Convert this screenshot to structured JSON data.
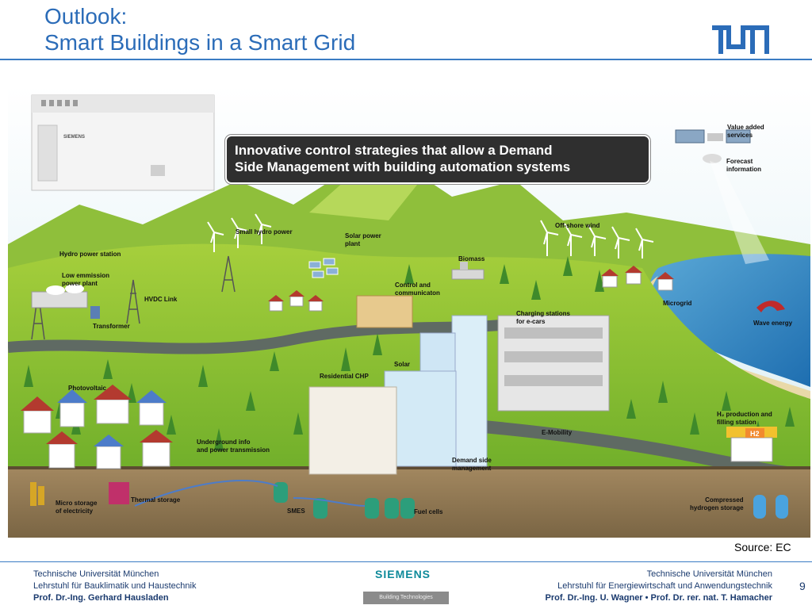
{
  "slide": {
    "title_line1": "Outlook:",
    "title_line2": "Smart Buildings in a Smart Grid",
    "source": "Source: EC",
    "page_number": "9"
  },
  "callout": {
    "line1": "Innovative control strategies that allow a Demand",
    "line2": "Side Management with building automation systems"
  },
  "labels": {
    "value_added_1": "Value added",
    "value_added_2": "services",
    "forecast_1": "Forecast",
    "forecast_2": "information",
    "small_hydro": "Small hydro power",
    "solar_plant_1": "Solar power",
    "solar_plant_2": "plant",
    "offshore_wind": "Off-shore wind",
    "hydro_station": "Hydro power station",
    "biomass": "Biomass",
    "low_emission_1": "Low emmission",
    "low_emission_2": "power plant",
    "control_1": "Control and",
    "control_2": "communicaton",
    "hvdc": "HVDC Link",
    "transformer": "Transformer",
    "charging_1": "Charging stations",
    "charging_2": "for e-cars",
    "microgrid": "Microgrid",
    "wave_energy": "Wave energy",
    "solar": "Solar",
    "residential_chp": "Residential CHP",
    "photovoltaic": "Photovoltaic",
    "h2_station_1": "H₂ production and",
    "h2_station_2": "filling station",
    "emobility": "E-Mobility",
    "underground_1": "Underground info",
    "underground_2": "and power transmission",
    "demand_side_1": "Demand side",
    "demand_side_2": "management",
    "micro_storage_1": "Micro storage",
    "micro_storage_2": "of electricity",
    "thermal_storage": "Thermal storage",
    "smes": "SMES",
    "fuel_cells": "Fuel cells",
    "compressed_1": "Compressed",
    "compressed_2": "hydrogen storage",
    "h2_sign": "H2",
    "device_brand": "SIEMENS"
  },
  "footer": {
    "left_line1": "Technische Universität München",
    "left_line2": "Lehrstuhl für Bauklimatik und Haustechnik",
    "left_line3": "Prof. Dr.-Ing. Gerhard Hausladen",
    "center_brand": "SIEMENS",
    "center_sub": "Building Technologies",
    "right_line1": "Technische Universität München",
    "right_line2": "Lehrstuhl für Energiewirtschaft und Anwendungstechnik",
    "right_line3": "Prof. Dr.-Ing. U. Wagner • Prof. Dr. rer. nat. T. Hamacher"
  },
  "colors": {
    "title_blue": "#2b6cb8",
    "rule_blue": "#3a7cc3",
    "footer_navy": "#1a3a6e",
    "siemens_teal": "#0e8a9a",
    "callout_bg": "#2f2f2f"
  },
  "icons": [
    "tum-logo",
    "satellite-icon",
    "wind-turbine-icon",
    "house-icon",
    "transmission-tower-icon"
  ]
}
